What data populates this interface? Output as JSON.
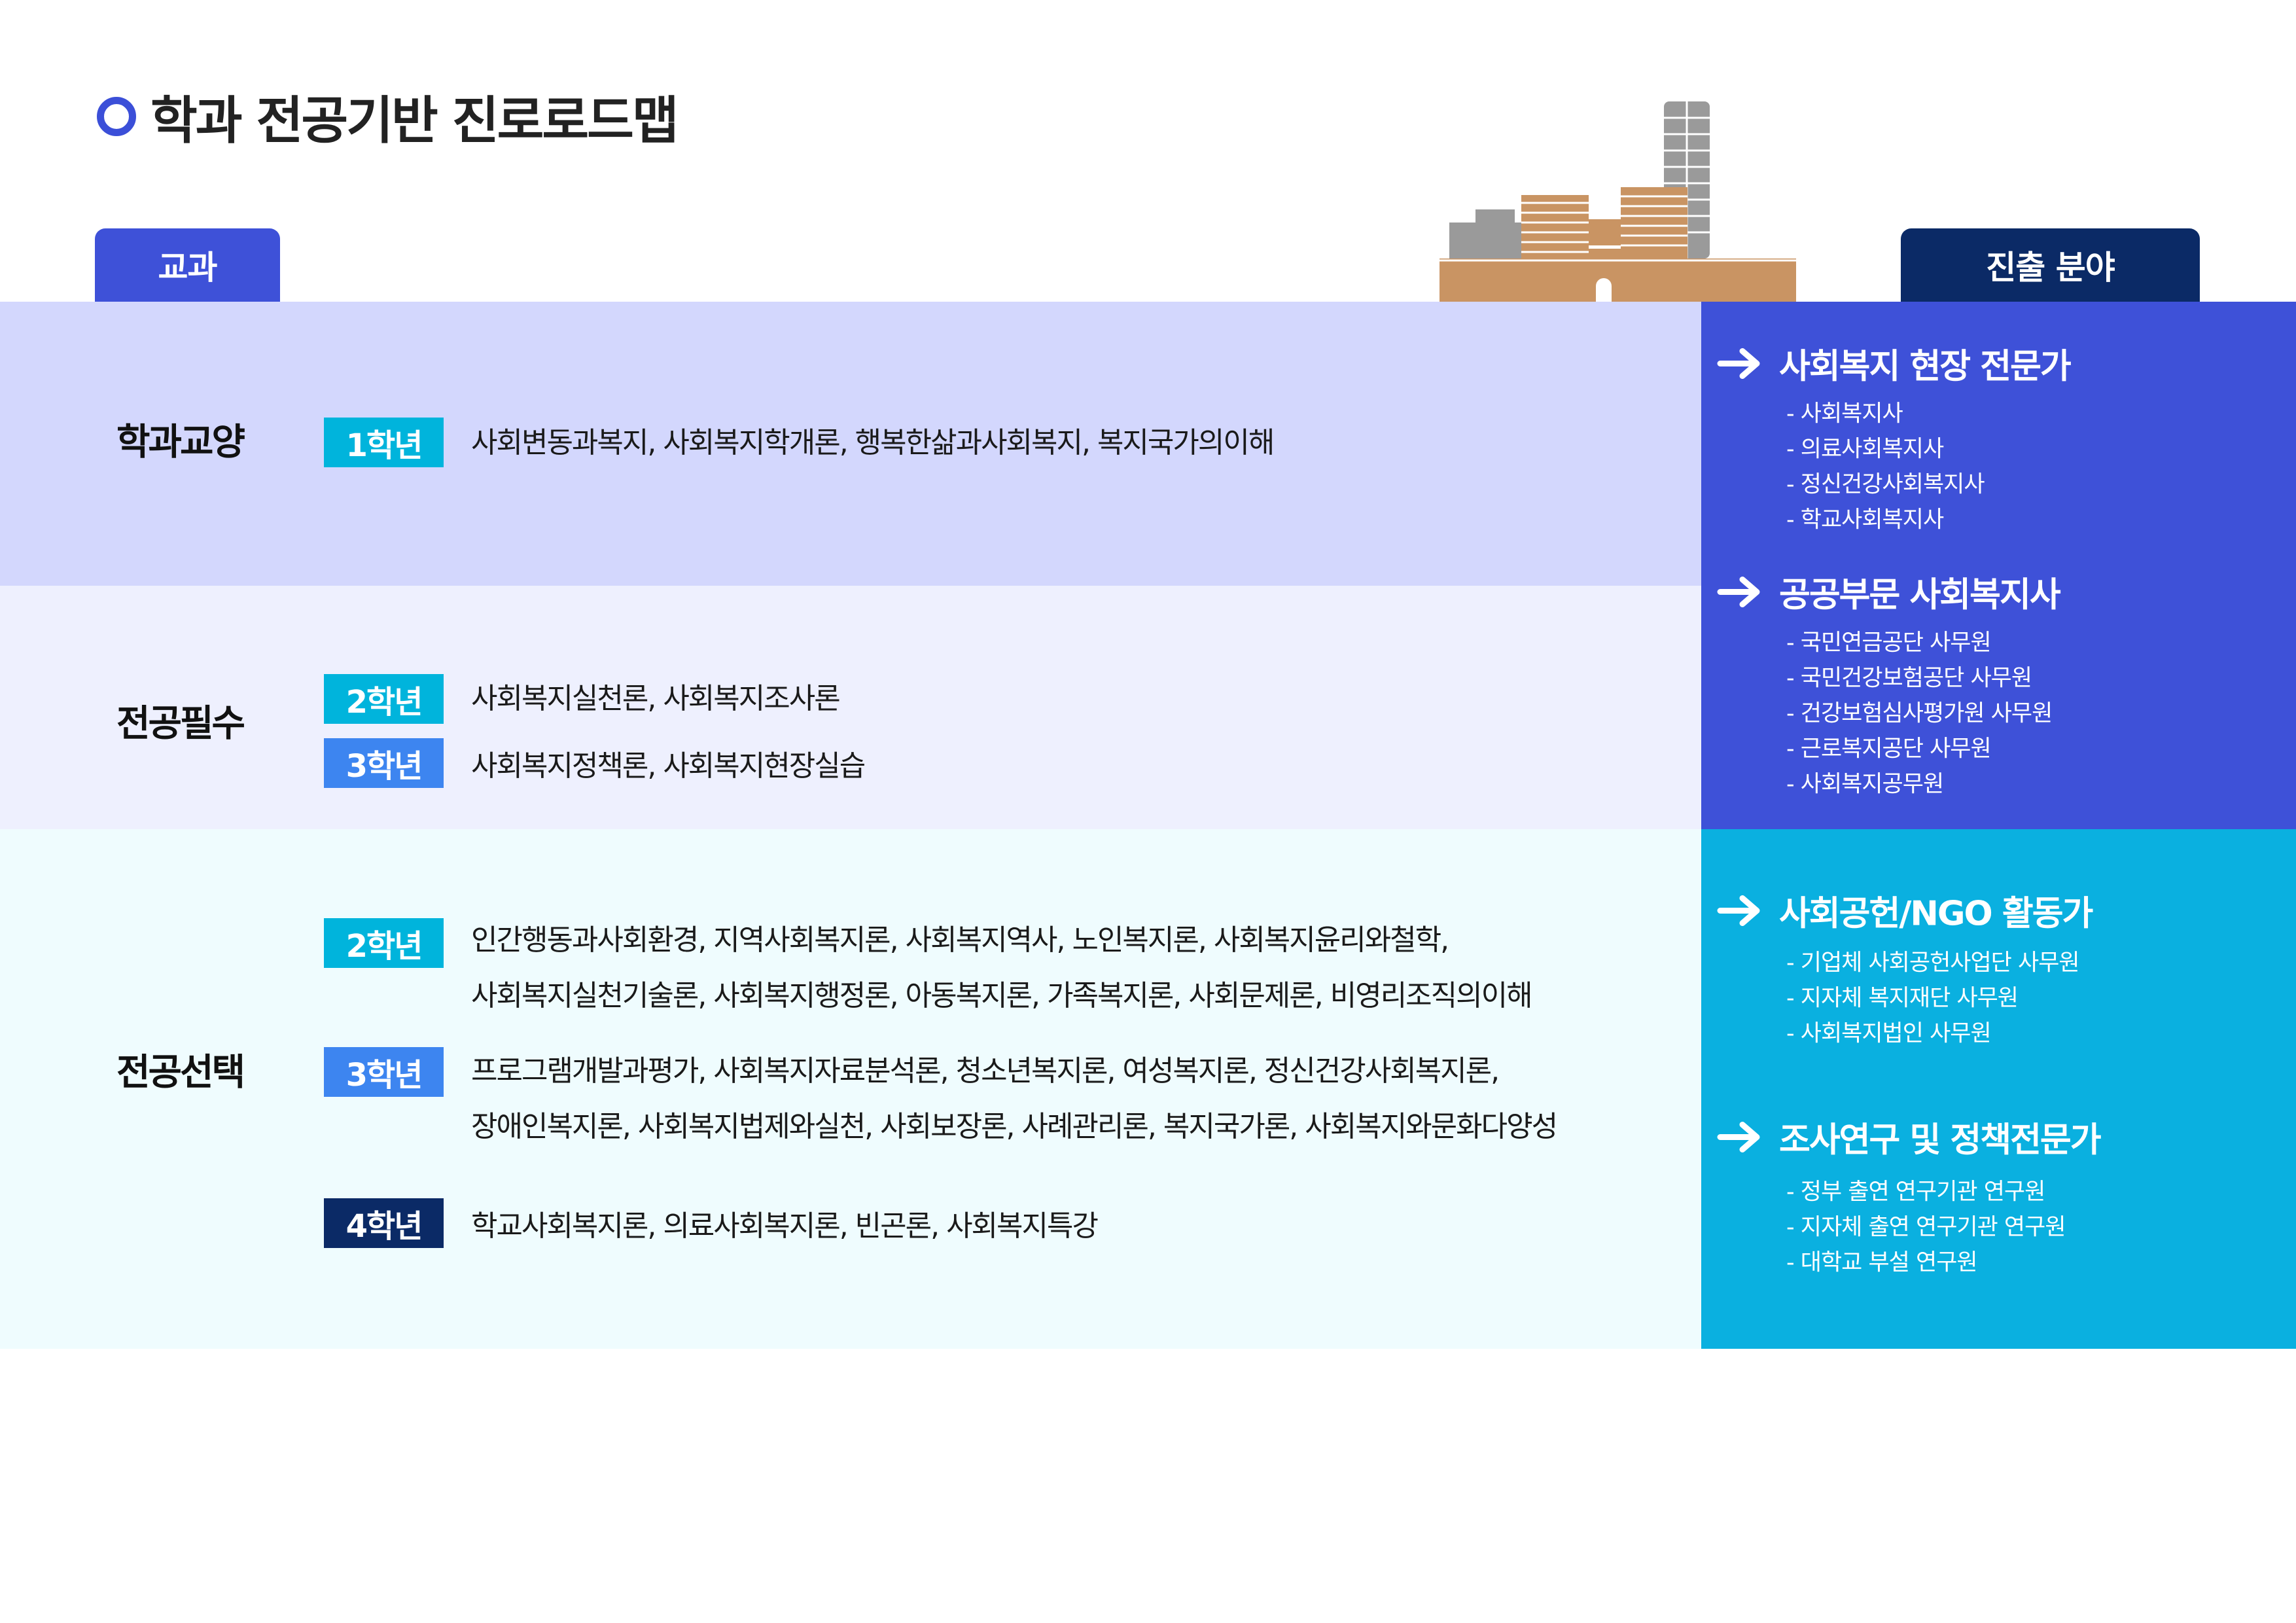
{
  "title": "학과 전공기반 진로로드맵",
  "tabs": {
    "courses": "교과",
    "careers": "진출 분야"
  },
  "sections": [
    {
      "label": "학과교양",
      "rows": [
        {
          "grade": "1학년",
          "lines": [
            "사회변동과복지, 사회복지학개론, 행복한삶과사회복지, 복지국가의이해"
          ]
        }
      ]
    },
    {
      "label": "전공필수",
      "rows": [
        {
          "grade": "2학년",
          "lines": [
            "사회복지실천론, 사회복지조사론"
          ]
        },
        {
          "grade": "3학년",
          "lines": [
            "사회복지정책론, 사회복지현장실습"
          ]
        }
      ]
    },
    {
      "label": "전공선택",
      "rows": [
        {
          "grade": "2학년",
          "lines": [
            "인간행동과사회환경, 지역사회복지론, 사회복지역사, 노인복지론, 사회복지윤리와철학,",
            "사회복지실천기술론, 사회복지행정론, 아동복지론, 가족복지론, 사회문제론, 비영리조직의이해"
          ]
        },
        {
          "grade": "3학년",
          "lines": [
            "프로그램개발과평가, 사회복지자료분석론, 청소년복지론, 여성복지론, 정신건강사회복지론,",
            "장애인복지론, 사회복지법제와실천, 사회보장론, 사례관리론, 복지국가론, 사회복지와문화다양성"
          ]
        },
        {
          "grade": "4학년",
          "lines": [
            "학교사회복지론, 의료사회복지론, 빈곤론, 사회복지특강"
          ]
        }
      ]
    }
  ],
  "careers": [
    {
      "title": "사회복지 현장 전문가",
      "items": [
        "- 사회복지사",
        "- 의료사회복지사",
        "- 정신건강사회복지사",
        "- 학교사회복지사"
      ]
    },
    {
      "title": "공공부문 사회복지사",
      "items": [
        "- 국민연금공단 사무원",
        "- 국민건강보험공단 사무원",
        "- 건강보험심사평가원 사무원",
        "- 근로복지공단 사무원",
        "- 사회복지공무원"
      ]
    },
    {
      "title": "사회공헌/NGO 활동가",
      "items": [
        "- 기업체 사회공헌사업단 사무원",
        "- 지자체 복지재단 사무원",
        "- 사회복지법인 사무원"
      ]
    },
    {
      "title": "조사연구 및 정책전문가",
      "items": [
        "- 정부 출연 연구기관 연구원",
        "- 지자체 출연 연구기관 연구원",
        "- 대학교 부설 연구원"
      ]
    }
  ],
  "colors": {
    "blue": "#3e51d8",
    "cyan": "#0ab0e0",
    "navy": "#0b2a66",
    "badge_cyan": "#00b4dc",
    "badge_blue": "#3d85f0",
    "building_tan": "#c99463",
    "building_gray": "#9a9a9a"
  }
}
